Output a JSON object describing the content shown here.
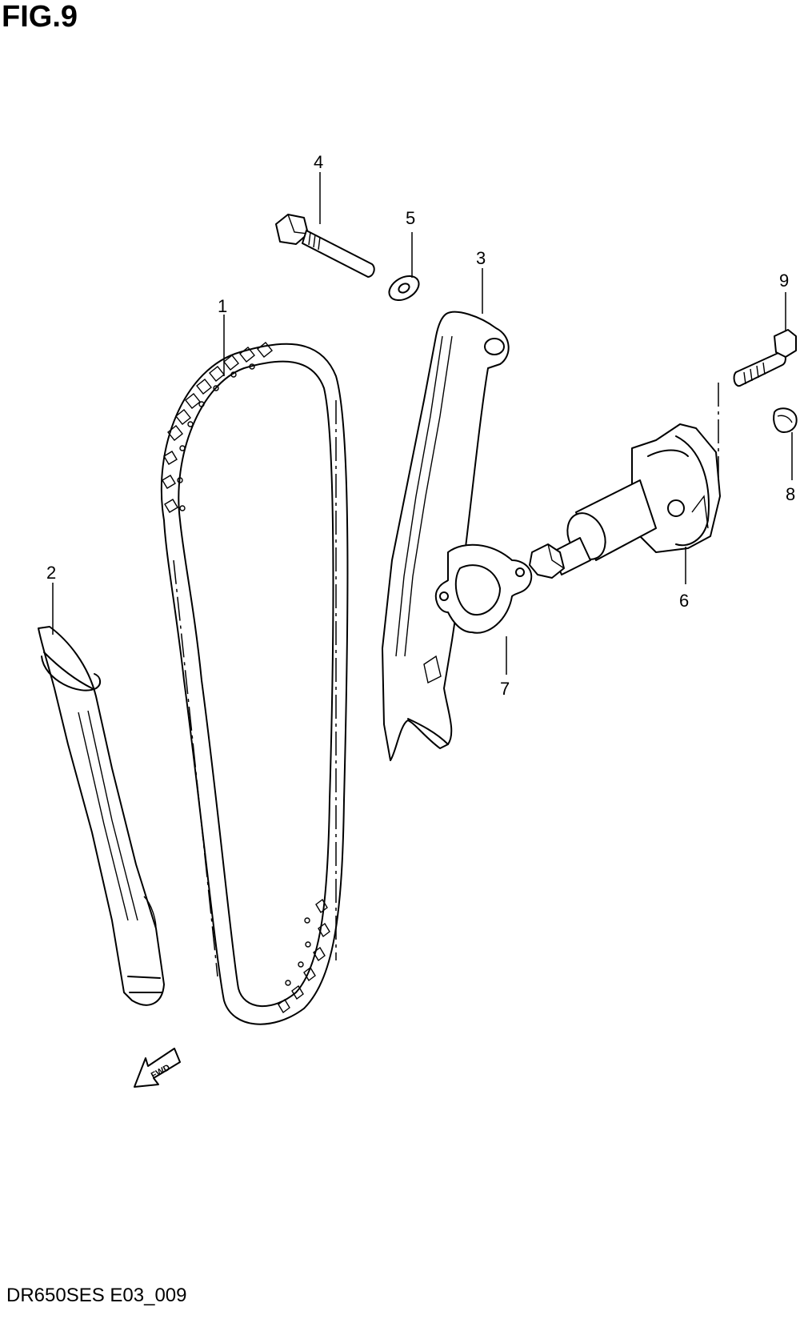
{
  "figure": {
    "title": "FIG.9",
    "code": "DR650SES E03_009"
  },
  "direction_mark": "FWD",
  "callouts": [
    {
      "id": "1",
      "part": "cam-chain"
    },
    {
      "id": "2",
      "part": "chain-guide"
    },
    {
      "id": "3",
      "part": "tensioner-arm"
    },
    {
      "id": "4",
      "part": "bolt"
    },
    {
      "id": "5",
      "part": "washer"
    },
    {
      "id": "6",
      "part": "tensioner-adjuster"
    },
    {
      "id": "7",
      "part": "gasket"
    },
    {
      "id": "8",
      "part": "cap-nut"
    },
    {
      "id": "9",
      "part": "bolt"
    }
  ]
}
